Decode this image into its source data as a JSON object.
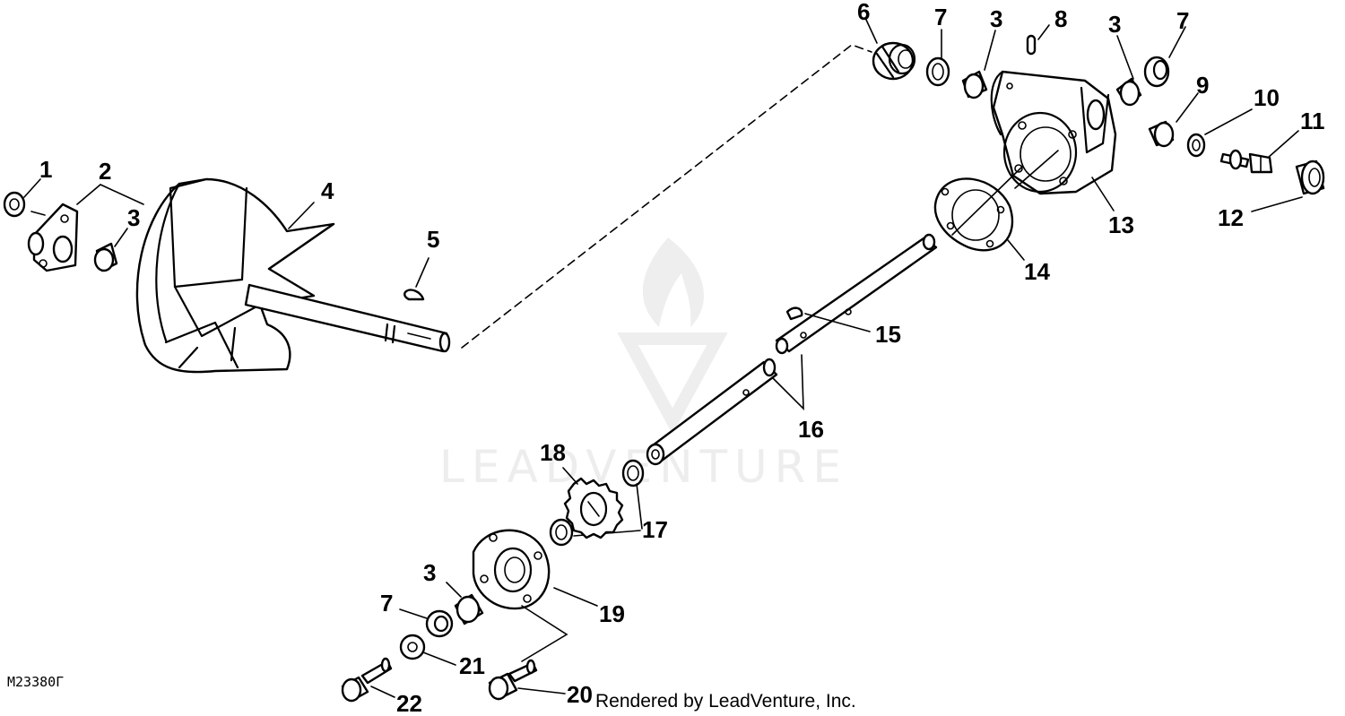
{
  "figure_code": "M23380Γ",
  "watermark": "LEADVENTURE",
  "credit": "Rendered by LeadVenture, Inc.",
  "callouts": {
    "n1": "1",
    "n2": "2",
    "n3a": "3",
    "n4": "4",
    "n5": "5",
    "n6": "6",
    "n7a": "7",
    "n3b": "3",
    "n8": "8",
    "n3c": "3",
    "n7b": "7",
    "n9": "9",
    "n10": "10",
    "n11": "11",
    "n12": "12",
    "n13": "13",
    "n14": "14",
    "n15": "15",
    "n16": "16",
    "n17": "17",
    "n18": "18",
    "n19": "19",
    "n3d": "3",
    "n7c": "7",
    "n21": "21",
    "n22": "22",
    "n20": "20"
  }
}
